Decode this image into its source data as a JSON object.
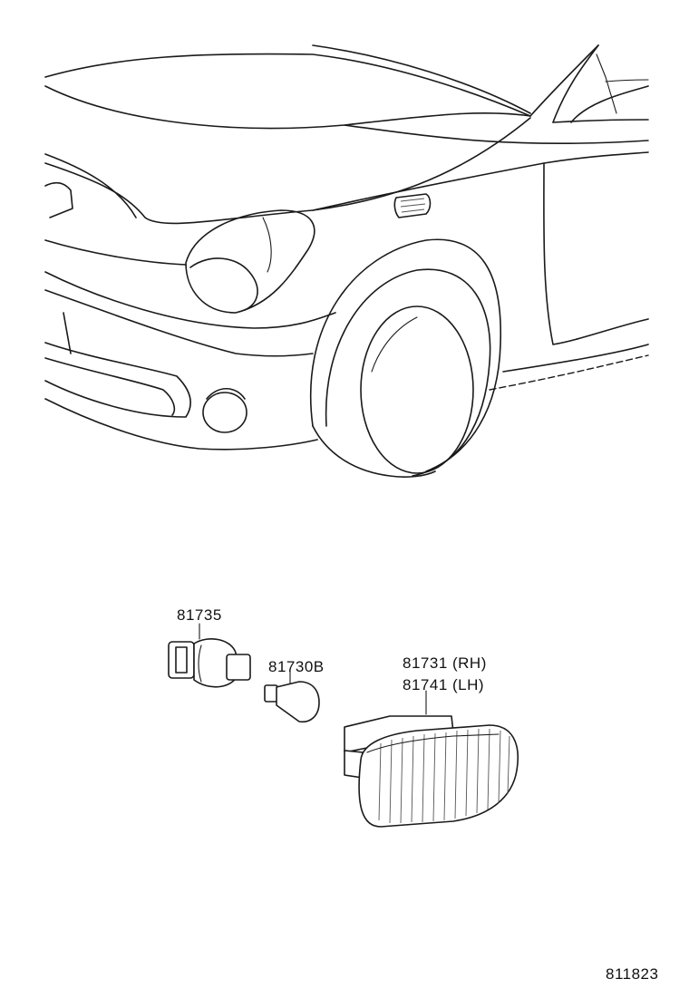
{
  "parts": [
    {
      "id": "socket",
      "number": "81735"
    },
    {
      "id": "bulb",
      "number": "81730B"
    },
    {
      "id": "lamp_rh",
      "number": "81731 (RH)"
    },
    {
      "id": "lamp_lh",
      "number": "81741 (LH)"
    }
  ],
  "illustration_code": "811823",
  "colors": {
    "line": "#1a1a1a",
    "background": "#ffffff"
  }
}
